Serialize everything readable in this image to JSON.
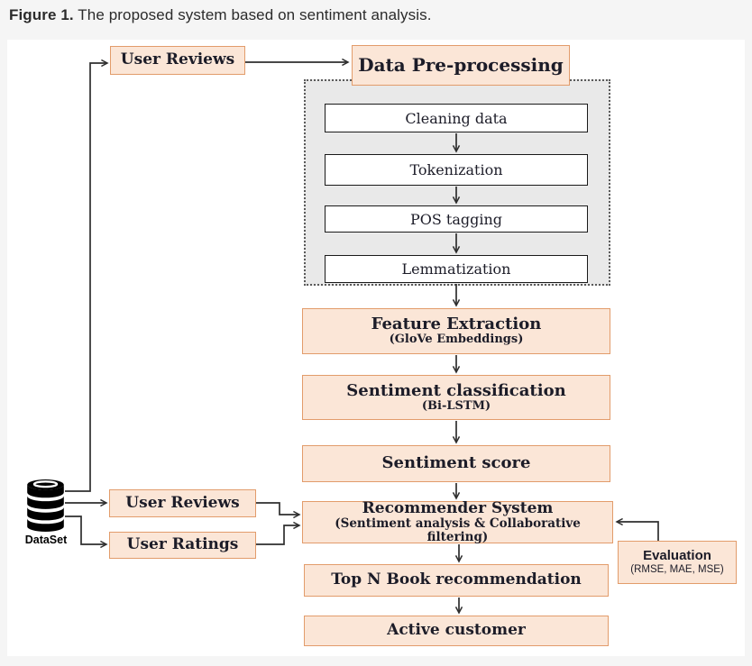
{
  "caption": {
    "label": "Figure 1.",
    "text": "The proposed system based on sentiment analysis."
  },
  "nodes": {
    "user_reviews_top": "User Reviews",
    "data_preprocessing": "Data Pre-processing",
    "cleaning_data": "Cleaning data",
    "tokenization": "Tokenization",
    "pos_tagging": "POS tagging",
    "lemmatization": "Lemmatization",
    "feature_extraction": {
      "title": "Feature Extraction",
      "subtitle": "(GloVe Embeddings)"
    },
    "sentiment_classification": {
      "title": "Sentiment classification",
      "subtitle": "(Bi-LSTM)"
    },
    "sentiment_score": "Sentiment score",
    "recommender_system": {
      "title": "Recommender System",
      "subtitle": "(Sentiment analysis & Collaborative filtering)"
    },
    "top_n_recommendation": "Top N Book recommendation",
    "active_customer": "Active customer",
    "evaluation": {
      "title": "Evaluation",
      "subtitle": "(RMSE, MAE, MSE)"
    },
    "user_reviews_mid": "User Reviews",
    "user_ratings": "User Ratings",
    "dataset_label": "DataSet"
  },
  "colors": {
    "node_fill": "#FBE6D7",
    "node_border": "#E29C6B",
    "container_fill": "#E9E9E9",
    "container_border": "#5A5A5A",
    "page_bg": "#F5F5F5",
    "panel_bg": "#FFFFFF",
    "text": "#1C1C28",
    "arrow": "#2E2E2E"
  }
}
